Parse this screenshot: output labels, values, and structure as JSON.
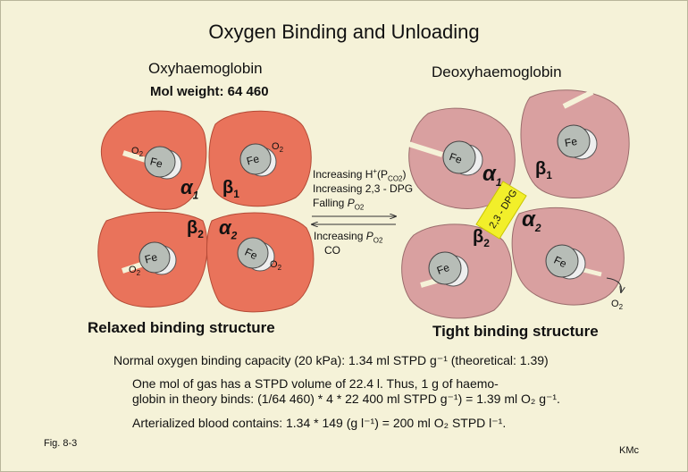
{
  "title": "Oxygen Binding and Unloading",
  "left": {
    "heading": "Oxyhaemoglobin",
    "mol_weight": "Mol weight: 64 460",
    "caption": "Relaxed binding structure"
  },
  "right": {
    "heading": "Deoxyhaemoglobin",
    "caption": "Tight binding structure",
    "dpg_bridge": "2,3 - DPG"
  },
  "arrows": {
    "forward_line1_pre": "Increasing H",
    "forward_line1_sup": "+",
    "forward_line1_mid": "(P",
    "forward_line1_sub": "CO2",
    "forward_line1_post": ")",
    "forward_line2": "Increasing 2,3 - DPG",
    "forward_line3_pre": "Falling ",
    "forward_line3_P": "P",
    "forward_line3_sub": "O2",
    "reverse_line1_pre": "Increasing ",
    "reverse_line1_P": "P",
    "reverse_line1_sub": "O2",
    "reverse_line2": "CO"
  },
  "labels": {
    "fe": "Fe",
    "o2": "O",
    "o2_sub": "2",
    "alpha": "α",
    "beta": "β",
    "sub1": "1",
    "sub2": "2"
  },
  "notes": {
    "line1": "Normal oxygen binding capacity (20 kPa): 1.34 ml STPD g⁻¹ (theoretical: 1.39)",
    "line2a": "One mol of gas has a STPD volume of 22.4 l. Thus, 1 g of haemo-",
    "line2b": "globin in theory binds: (1/64 460) * 4 * 22 400 ml STPD g⁻¹) = 1.39 ml O₂ g⁻¹.",
    "line3": "Arterialized blood contains: 1.34 * 149 (g l⁻¹) = 200 ml O₂ STPD l⁻¹."
  },
  "fig": "Fig. 8-3",
  "author": "KMc",
  "colors": {
    "background": "#f5f2d8",
    "oxy_subunit": "#e9735b",
    "deoxy_subunit": "#d9a0a0",
    "heme": "#b7bdb7",
    "dpg_bar": "#f2ef2a"
  }
}
